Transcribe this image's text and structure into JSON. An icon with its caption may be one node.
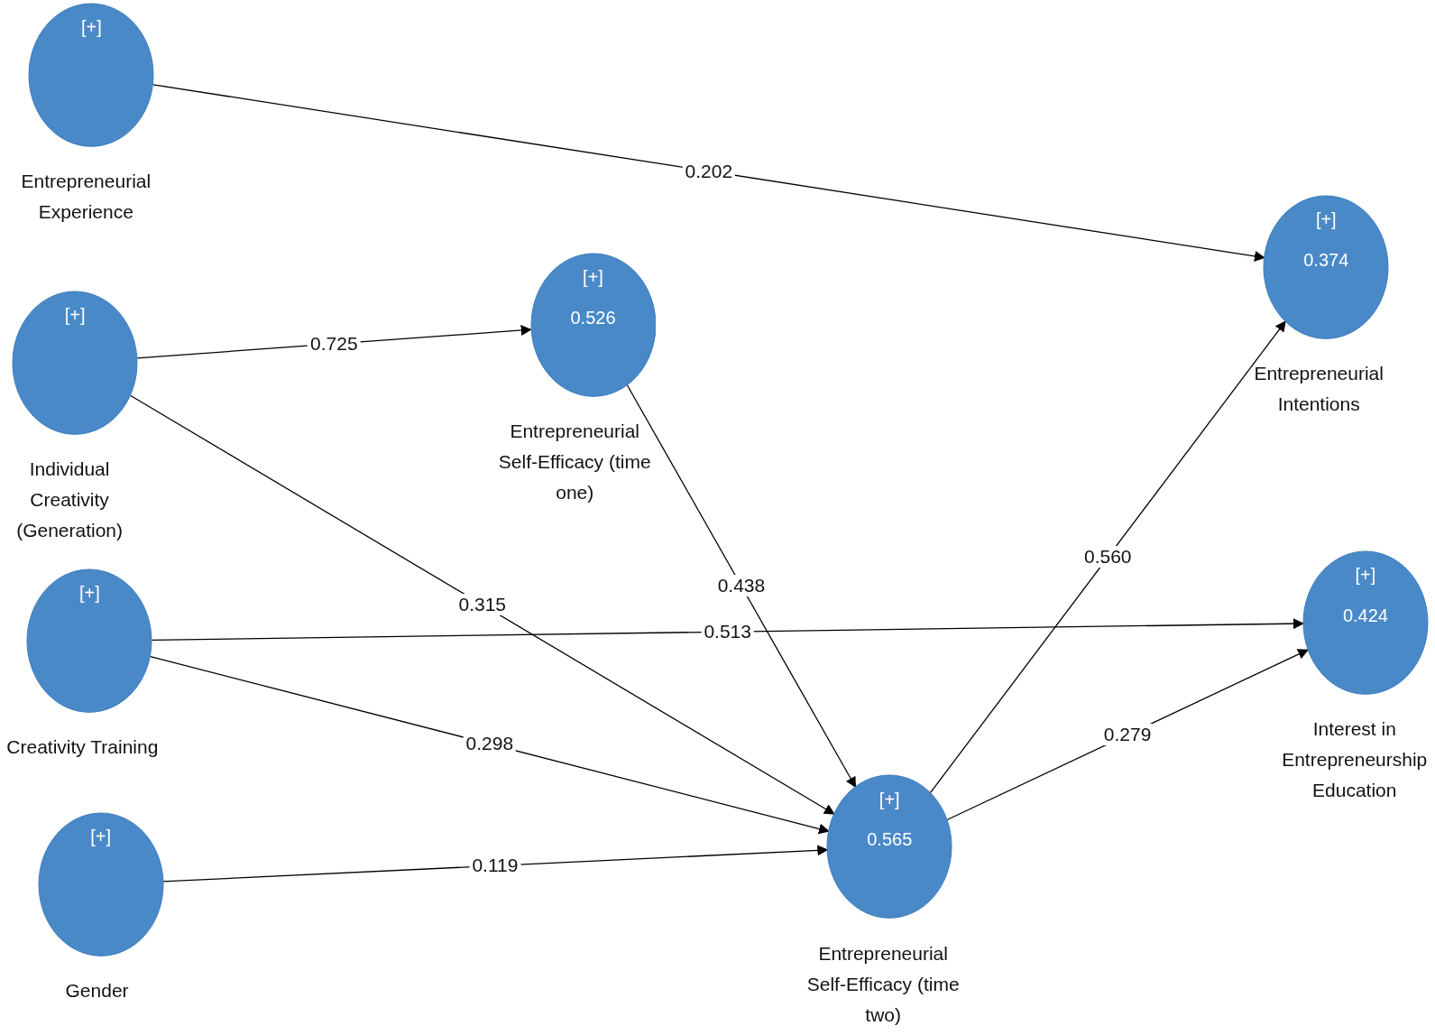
{
  "diagram": {
    "nodes": [
      {
        "text": [
          "[+]",
          "Entrepreneurial Experience"
        ]
      },
      {
        "text": [
          "[+]",
          "0.374",
          "Entrepreneurial Intentions"
        ]
      },
      {
        "text": [
          "[+]",
          "0.526",
          "Entrepreneurial Self-Efficacy (time one)"
        ]
      },
      {
        "text": [
          "[+]",
          "Individual Creativity (Generation)"
        ]
      },
      {
        "text": [
          "[+]",
          "0.424",
          "Interest in Entrepreneurship Education"
        ]
      },
      {
        "text": [
          "[+]",
          "Creativity Training"
        ]
      },
      {
        "text": [
          "[+]",
          "0.565",
          "Entrepreneurial Self-Efficacy (time two)"
        ]
      },
      {
        "text": [
          "[+]",
          "Gender"
        ]
      }
    ],
    "edges": [
      {
        "from": 0,
        "to": 1,
        "arrow": "to",
        "label": "0.202"
      },
      {
        "from": 3,
        "to": 2,
        "arrow": "to",
        "label": "0.725"
      },
      {
        "from": 3,
        "to": 6,
        "arrow": "to",
        "label": "0.315"
      },
      {
        "from": 2,
        "to": 6,
        "arrow": "to",
        "label": "0.438"
      },
      {
        "from": 6,
        "to": 1,
        "arrow": "to",
        "label": "0.560"
      },
      {
        "from": 5,
        "to": 4,
        "arrow": "to",
        "label": "0.513"
      },
      {
        "from": 5,
        "to": 6,
        "arrow": "to",
        "label": "0.298"
      },
      {
        "from": 7,
        "to": 6,
        "arrow": "to",
        "label": "0.119"
      },
      {
        "from": 6,
        "to": 4,
        "arrow": "to",
        "label": "0.279"
      }
    ]
  }
}
